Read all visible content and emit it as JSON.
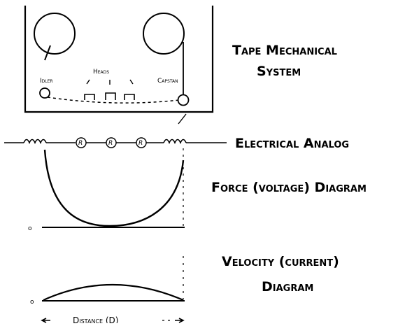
{
  "diagram": {
    "title_line1": "Tape Mechanical",
    "title_line2": "System",
    "labels": {
      "idler": "Idler",
      "heads": "Heads",
      "capstan": "Capstan",
      "electrical_analog": "Electrical Analog",
      "force_diagram": "Force (voltage) Diagram",
      "velocity_line1": "Velocity (current)",
      "velocity_line2": "Diagram",
      "distance": "Distance (D)",
      "resistor_symbol": "R",
      "origin_marker": "o"
    }
  }
}
